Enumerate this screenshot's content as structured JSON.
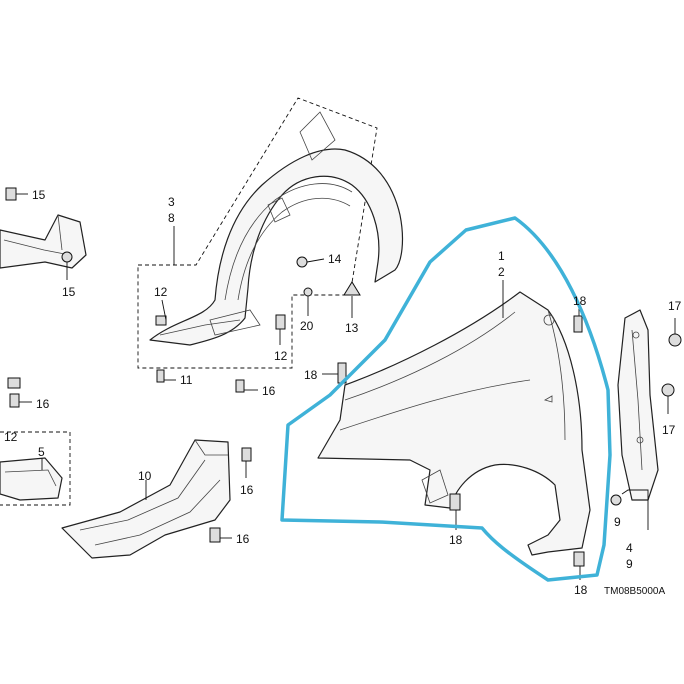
{
  "diagram": {
    "code": "TM08B5000A",
    "highlight_color": "#3fb2d8",
    "line_color": "#111111"
  },
  "labels": {
    "fender_top": "1",
    "fender_bottom": "2",
    "liner_top": "3",
    "liner_bottom": "8",
    "bracket_top": "4",
    "bracket_bottom": "9",
    "bracket_side": "9",
    "splash": "5",
    "under_cover": "10",
    "clip_11": "11",
    "clip_12_a": "12",
    "clip_12_b": "12",
    "clip_12_c": "12",
    "clip_13": "13",
    "clip_14": "14",
    "bolt_15_a": "15",
    "bolt_15_b": "15",
    "bolt_16_a": "16",
    "bolt_16_b": "16",
    "bolt_16_c": "16",
    "bolt_16_d": "16",
    "bolt_17_a": "17",
    "bolt_17_b": "17",
    "bolt_18_a": "18",
    "bolt_18_b": "18",
    "bolt_18_c": "18",
    "bolt_18_d": "18",
    "clip_20": "20"
  }
}
